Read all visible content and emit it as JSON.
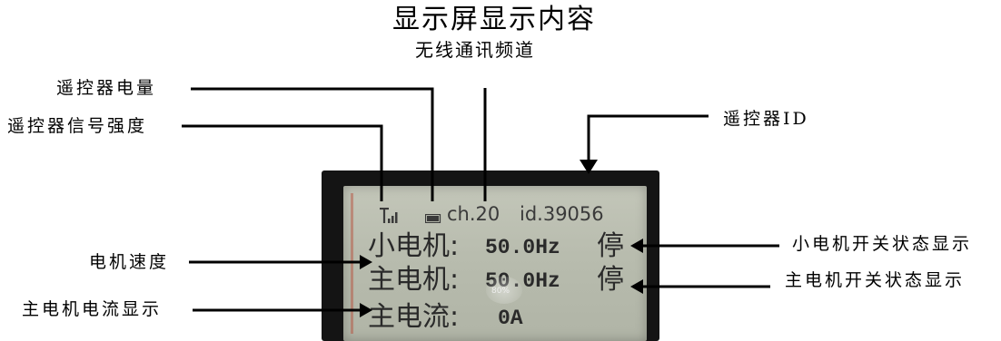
{
  "title": "显示屏显示内容",
  "subtitle": "无线通讯频道",
  "annotations": {
    "battery": "遥控器电量",
    "signal": "遥控器信号强度",
    "remote_id": "遥控器ID",
    "motor_speed": "电机速度",
    "main_current": "主电机电流显示",
    "small_motor_status": "小电机开关状态显示",
    "main_motor_status": "主电机开关状态显示"
  },
  "lcd": {
    "channel": "ch.20",
    "id": "id.39056",
    "row1_label": "小电机:",
    "row1_value": "50.0Hz",
    "row1_status": "停",
    "row2_label": "主电机:",
    "row2_value": "50.0Hz",
    "row2_status": "停",
    "row3_label": "主电流:",
    "row3_value": "0A",
    "glare_text": "80%"
  },
  "colors": {
    "lcd_background": "#bdc0b3",
    "lcd_frame": "#141414",
    "lcd_text": "#2a2a2a",
    "arrow": "#000000"
  }
}
